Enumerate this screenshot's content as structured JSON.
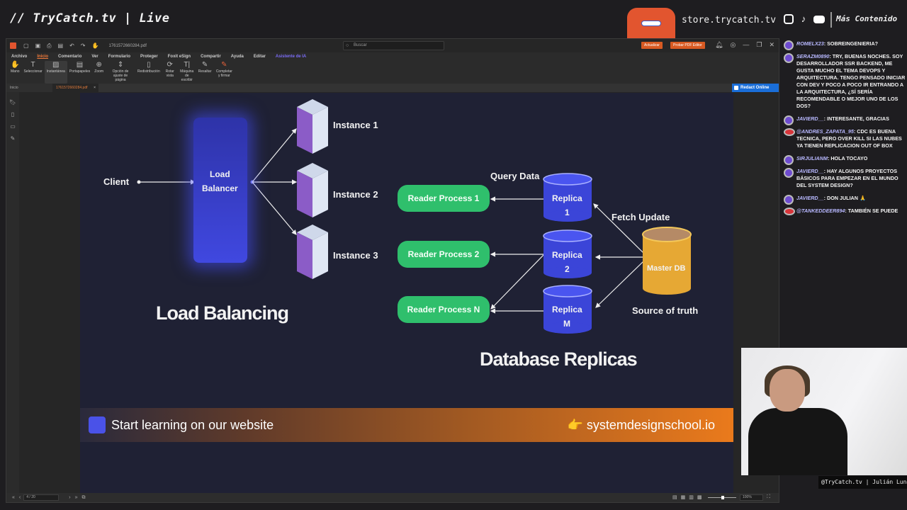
{
  "stream": {
    "brand": "// TryCatch.tv | Live",
    "store": "store.trycatch.tv",
    "social_icons": [
      "instagram-icon",
      "tiktok-icon",
      "youtube-icon"
    ],
    "more_content": "Más Contenido",
    "webcam_tag": "@TryCatch.tv | Julián Luna"
  },
  "app": {
    "file_name": "1761572660284.pdf",
    "search_placeholder": "Buscar",
    "actualizar_label": "Actualizar",
    "probar_label": "Probar PDF Editor",
    "menu": [
      "Archivo",
      "Inicio",
      "Comentario",
      "Ver",
      "Formulario",
      "Proteger",
      "Foxit eSign",
      "Compartir",
      "Ayuda",
      "Editar",
      "Asistente de IA"
    ],
    "menu_active": "Inicio",
    "ribbon": [
      {
        "label": "Mano",
        "icon": "hand-icon"
      },
      {
        "label": "Seleccionar",
        "icon": "select-text-icon"
      },
      {
        "label": "Instantánea",
        "icon": "snapshot-icon"
      },
      {
        "label": "Portapapeles",
        "icon": "clipboard-icon"
      },
      {
        "label": "Zoom",
        "icon": "zoom-icon"
      },
      {
        "label": "Opción de ajuste de página",
        "icon": "fit-page-icon"
      },
      {
        "label": "Redistribución",
        "icon": "reflow-icon"
      },
      {
        "label": "Rotar vista",
        "icon": "rotate-icon"
      },
      {
        "label": "Máquina de escribir",
        "icon": "typewriter-icon"
      },
      {
        "label": "Resaltar",
        "icon": "highlight-icon"
      },
      {
        "label": "Completar y firmar",
        "icon": "fill-sign-icon"
      }
    ],
    "tabs": {
      "home": "Inicio",
      "doc": "1761572660284.pdf"
    },
    "redact_label": "Redact Online",
    "page_indicator": "4 / 20",
    "zoom_level": "100%"
  },
  "slide": {
    "lb": {
      "client": "Client",
      "balancer": [
        "Load",
        "Balancer"
      ],
      "instances": [
        "Instance 1",
        "Instance 2",
        "Instance 3"
      ],
      "title": "Load Balancing"
    },
    "db": {
      "query_data": "Query Data",
      "fetch_update": "Fetch Update",
      "readers": [
        "Reader Process 1",
        "Reader Process 2",
        "Reader Process N"
      ],
      "replicas": [
        [
          "Replica",
          "1"
        ],
        [
          "Replica",
          "2"
        ],
        [
          "Replica",
          "M"
        ]
      ],
      "master": "Master DB",
      "source": "Source of truth",
      "title": "Database Replicas"
    },
    "banner": {
      "left": "Start learning on our website",
      "right": "👉 systemdesignschool.io"
    }
  },
  "chat": [
    {
      "user": "ROMELX23",
      "text": "SOBREINGENIERIA?",
      "platform": "twitch"
    },
    {
      "user": "SERAZM0890",
      "text": "TRY, BUENAS NOCHES. SOY DESARROLLADOR SSR BACKEND, ME GUSTA MUCHO EL TEMA DEVOPS Y ARQUITECTURA. TENGO PENSADO INICIAR CON DEV Y POCO A POCO IR ENTRANDO A LA ARQUITECTURA, ¿SÍ SERÍA RECOMENDABLE O MEJOR UNO DE LOS DOS?",
      "platform": "twitch"
    },
    {
      "user": "JAVIERD__",
      "text": "INTERESANTE, GRACIAS",
      "platform": "twitch"
    },
    {
      "user": "@ANDRES_ZAPATA_95",
      "text": "CDC ES BUENA TECNICA, PERO OVER KILL SI LAS NUBES YA TIENEN REPLICACION OUT OF BOX",
      "platform": "youtube"
    },
    {
      "user": "SIRJULIANM",
      "text": "HOLA TOCAYO",
      "platform": "twitch"
    },
    {
      "user": "JAVIERD__",
      "text": "HAY ALGUNOS PROYECTOS BÁSICOS PARA EMPEZAR EN EL MUNDO DEL SYSTEM DESIGN?",
      "platform": "twitch"
    },
    {
      "user": "JAVIERD__",
      "text": "DON JULIAN",
      "platform": "twitch"
    },
    {
      "user": "@TANKEDDEER894",
      "text": "TAMBIÉN SE PUEDE",
      "platform": "youtube"
    }
  ]
}
